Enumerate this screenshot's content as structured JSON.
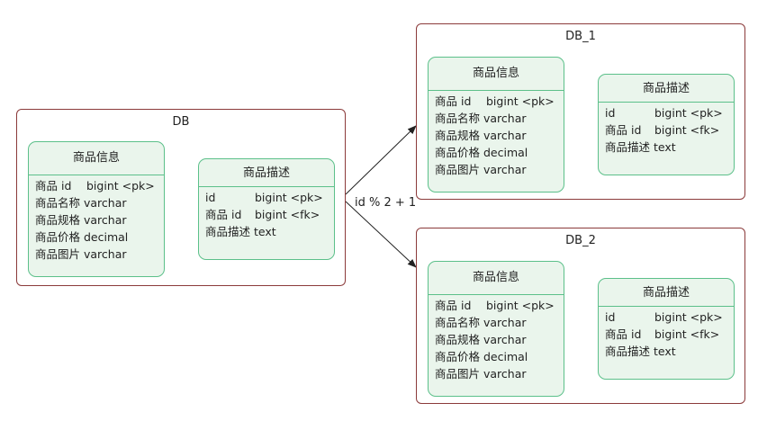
{
  "databases": [
    {
      "title": "DB",
      "product_info": {
        "title": "商品信息",
        "fields": [
          {
            "name": "商品 id",
            "type": "bigint <pk>"
          },
          {
            "name": "商品名称",
            "type": "varchar"
          },
          {
            "name": "商品规格",
            "type": "varchar"
          },
          {
            "name": "商品价格",
            "type": "decimal"
          },
          {
            "name": "商品图片",
            "type": "varchar"
          }
        ]
      },
      "product_desc": {
        "title": "商品描述",
        "fields": [
          {
            "name": "id",
            "type": "bigint <pk>"
          },
          {
            "name": "商品 id",
            "type": "bigint <fk>"
          },
          {
            "name": "商品描述",
            "type": "text"
          }
        ]
      }
    },
    {
      "title": "DB_1",
      "product_info": {
        "title": "商品信息",
        "fields": [
          {
            "name": "商品 id",
            "type": "bigint <pk>"
          },
          {
            "name": "商品名称",
            "type": "varchar"
          },
          {
            "name": "商品规格",
            "type": "varchar"
          },
          {
            "name": "商品价格",
            "type": "decimal"
          },
          {
            "name": "商品图片",
            "type": "varchar"
          }
        ]
      },
      "product_desc": {
        "title": "商品描述",
        "fields": [
          {
            "name": "id",
            "type": "bigint <pk>"
          },
          {
            "name": "商品 id",
            "type": "bigint <fk>"
          },
          {
            "name": "商品描述",
            "type": "text"
          }
        ]
      }
    },
    {
      "title": "DB_2",
      "product_info": {
        "title": "商品信息",
        "fields": [
          {
            "name": "商品 id",
            "type": "bigint <pk>"
          },
          {
            "name": "商品名称",
            "type": "varchar"
          },
          {
            "name": "商品规格",
            "type": "varchar"
          },
          {
            "name": "商品价格",
            "type": "decimal"
          },
          {
            "name": "商品图片",
            "type": "varchar"
          }
        ]
      },
      "product_desc": {
        "title": "商品描述",
        "fields": [
          {
            "name": "id",
            "type": "bigint <pk>"
          },
          {
            "name": "商品 id",
            "type": "bigint <fk>"
          },
          {
            "name": "商品描述",
            "type": "text"
          }
        ]
      }
    }
  ],
  "shard_label": "id % 2 + 1",
  "colors": {
    "container_border": "#8b3a3a",
    "entity_border": "#5cc08a",
    "entity_fill": "#eaf5ec",
    "arrow": "#222222"
  }
}
